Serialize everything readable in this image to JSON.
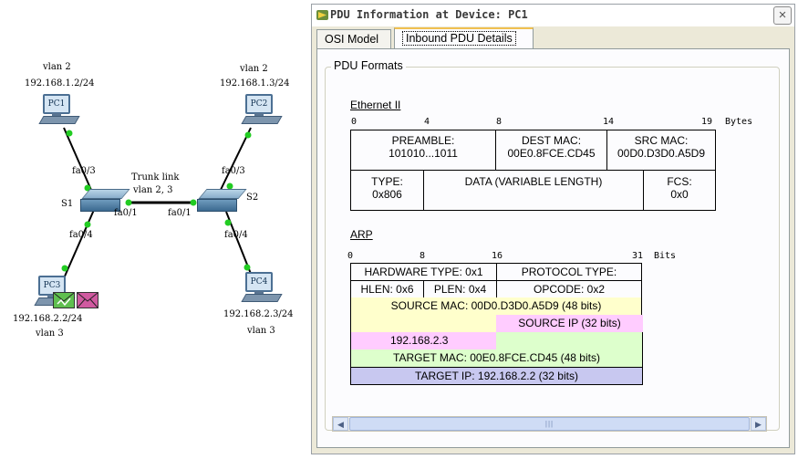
{
  "topology": {
    "pc1": {
      "name": "PC1",
      "vlan": "vlan 2",
      "ip": "192.168.1.2/24"
    },
    "pc2": {
      "name": "PC2",
      "vlan": "vlan 2",
      "ip": "192.168.1.3/24"
    },
    "pc3": {
      "name": "PC3",
      "vlan": "vlan 3",
      "ip": "192.168.2.2/24"
    },
    "pc4": {
      "name": "PC4",
      "vlan": "vlan 3",
      "ip": "192.168.2.3/24"
    },
    "s1": {
      "name": "S1"
    },
    "s2": {
      "name": "S2"
    },
    "trunk": {
      "line1": "Trunk link",
      "line2": "vlan 2, 3"
    },
    "ports": {
      "s1_pc1": "fa0/3",
      "s1_pc3": "fa0/4",
      "s1_trunk": "fa0/1",
      "s2_trunk": "fa0/1",
      "s2_pc2": "fa0/3",
      "s2_pc4": "fa0/4"
    },
    "colors": {
      "link_dot": "#22cc22",
      "link": "#000000",
      "env_green": "#5fbf4f",
      "env_pink": "#d05aa0"
    }
  },
  "window": {
    "title": "PDU Information at Device: PC1",
    "close_label": "×",
    "tabs": [
      {
        "label": "OSI Model",
        "active": false
      },
      {
        "label": "Inbound PDU Details",
        "active": true
      }
    ],
    "group_label": "PDU Formats"
  },
  "ethernet": {
    "title": "Ethernet II",
    "ticks": [
      "0",
      "4",
      "8",
      "14",
      "19"
    ],
    "unit": "Bytes",
    "preamble_label": "PREAMBLE:",
    "preamble_value": "101010...1011",
    "dest_label": "DEST MAC:",
    "dest_value": "00E0.8FCE.CD45",
    "src_label": "SRC MAC:",
    "src_value": "00D0.D3D0.A5D9",
    "type_label": "TYPE:",
    "type_value": "0x806",
    "data_label": "DATA (VARIABLE LENGTH)",
    "fcs_label": "FCS:",
    "fcs_value": "0x0"
  },
  "arp": {
    "title": "ARP",
    "ticks": [
      "0",
      "8",
      "16",
      "31"
    ],
    "unit": "Bits",
    "hw_type": "HARDWARE TYPE: 0x1",
    "proto_type": "PROTOCOL TYPE:",
    "hlen": "HLEN: 0x6",
    "plen": "PLEN: 0x4",
    "opcode": "OPCODE: 0x2",
    "source_mac": "SOURCE MAC: 00D0.D3D0.A5D9 (48 bits)",
    "source_ip_label": "SOURCE IP (32 bits)",
    "source_ip_value": "192.168.2.3",
    "target_mac": "TARGET MAC: 00E0.8FCE.CD45 (48 bits)",
    "target_ip": "TARGET IP: 192.168.2.2 (32 bits)",
    "colors": {
      "yellow": "#ffffcc",
      "pink": "#ffccff",
      "green": "#ddffcc",
      "blue": "#c8c8f0"
    }
  },
  "scrollbar": {
    "left_arrow": "◀",
    "right_arrow": "▶",
    "grip": "|||"
  }
}
